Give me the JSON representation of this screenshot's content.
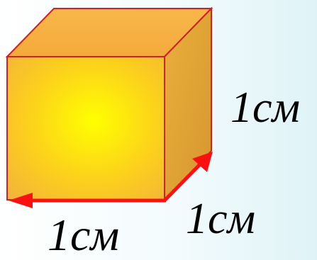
{
  "labels": {
    "height": "1см",
    "depth": "1см",
    "width": "1см"
  },
  "colors": {
    "front_face_center": "#ffff00",
    "front_face_edge": "#f2b43a",
    "top_face": "#f7b541",
    "side_face": "#e0a23a",
    "edge": "#cc2222",
    "arrow": "#ff1010"
  }
}
